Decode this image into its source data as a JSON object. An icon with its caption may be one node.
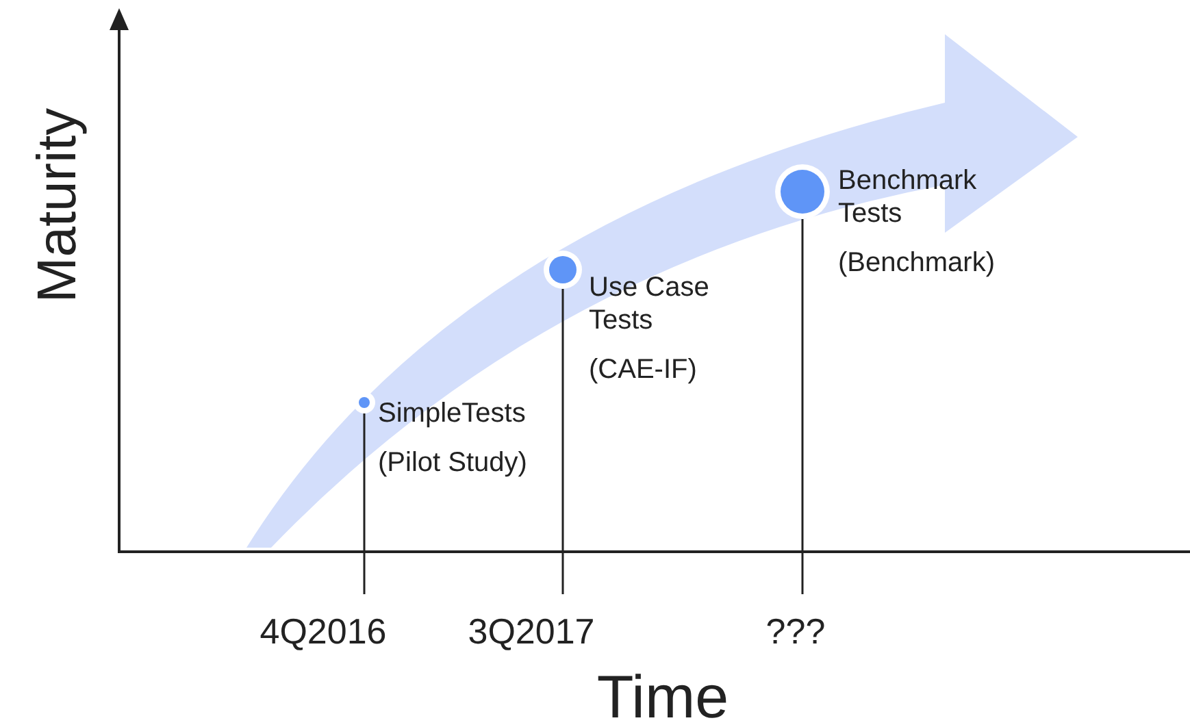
{
  "diagram": {
    "nodes": [
      {
        "text": [
          "SimpleTests",
          "(Pilot Study)"
        ]
      },
      {
        "text": [
          "Use Case Tests",
          "(CAE-IF)"
        ]
      },
      {
        "text": [
          "Benchmark Tests",
          "(Benchmark)"
        ]
      },
      {
        "text": [
          "4Q2016"
        ]
      },
      {
        "text": [
          "3Q2017"
        ]
      },
      {
        "text": [
          "???"
        ]
      }
    ],
    "edges": [
      {
        "from": 0,
        "to": 3,
        "arrow": "none"
      },
      {
        "from": 1,
        "to": 4,
        "arrow": "none"
      },
      {
        "from": 2,
        "to": 5,
        "arrow": "none"
      }
    ],
    "labels": [
      "Maturity",
      "Time"
    ]
  }
}
